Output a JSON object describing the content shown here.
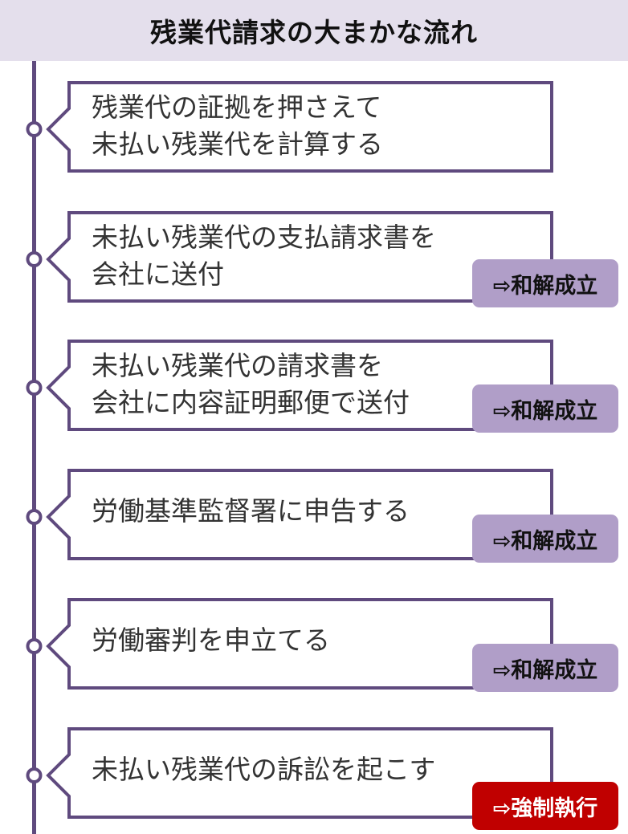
{
  "title": "残業代請求の大まかな流れ",
  "colors": {
    "header_bg": "#e4dfec",
    "line": "#5f4a7e",
    "settle_badge": "#b09ec8",
    "enforce_badge": "#c00000"
  },
  "steps": [
    {
      "lines": [
        "残業代の証拠を押さえて",
        "未払い残業代を計算する"
      ],
      "badge": null
    },
    {
      "lines": [
        "未払い残業代の支払請求書を",
        "会社に送付"
      ],
      "badge": {
        "label": "⇨和解成立",
        "type": "settle"
      }
    },
    {
      "lines": [
        "未払い残業代の請求書を",
        "会社に内容証明郵便で送付"
      ],
      "badge": {
        "label": "⇨和解成立",
        "type": "settle"
      }
    },
    {
      "lines": [
        "労働基準監督署に申告する"
      ],
      "badge": {
        "label": "⇨和解成立",
        "type": "settle"
      }
    },
    {
      "lines": [
        "労働審判を申立てる"
      ],
      "badge": {
        "label": "⇨和解成立",
        "type": "settle"
      }
    },
    {
      "lines": [
        "未払い残業代の訴訟を起こす"
      ],
      "badge": {
        "label": "⇨強制執行",
        "type": "enforce"
      }
    }
  ]
}
